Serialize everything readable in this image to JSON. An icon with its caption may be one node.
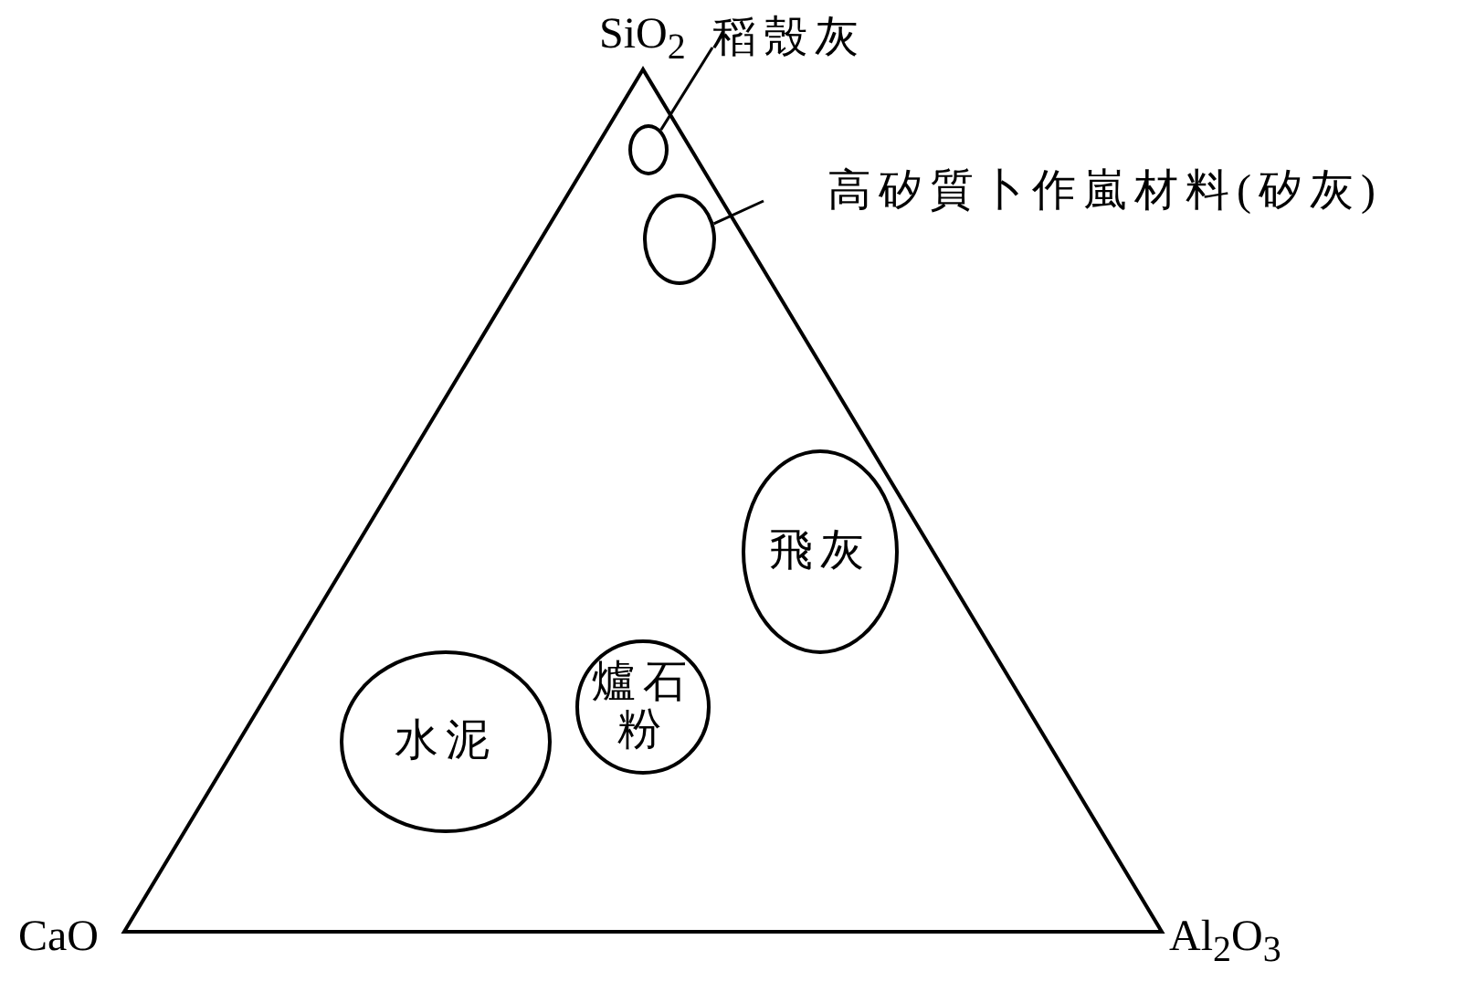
{
  "diagram": {
    "nodes": [
      {
        "text": [
          "稻殼灰"
        ]
      },
      {
        "text": [],
        "shape": "ellipse"
      },
      {
        "text": [
          "高矽質卜作嵐材料(矽灰)"
        ]
      },
      {
        "text": [],
        "shape": "ellipse"
      },
      {
        "text": [
          "飛灰"
        ]
      },
      {
        "text": [
          "爐石粉"
        ]
      },
      {
        "text": [
          "水泥"
        ]
      }
    ],
    "edges": [
      {
        "from": 0,
        "to": 1,
        "arrow": "none"
      },
      {
        "from": 2,
        "to": 3,
        "arrow": "none"
      }
    ],
    "labels": [
      "SiO$_{2}$",
      "CaO",
      "Al$_{2}$O$_{3}$"
    ]
  }
}
